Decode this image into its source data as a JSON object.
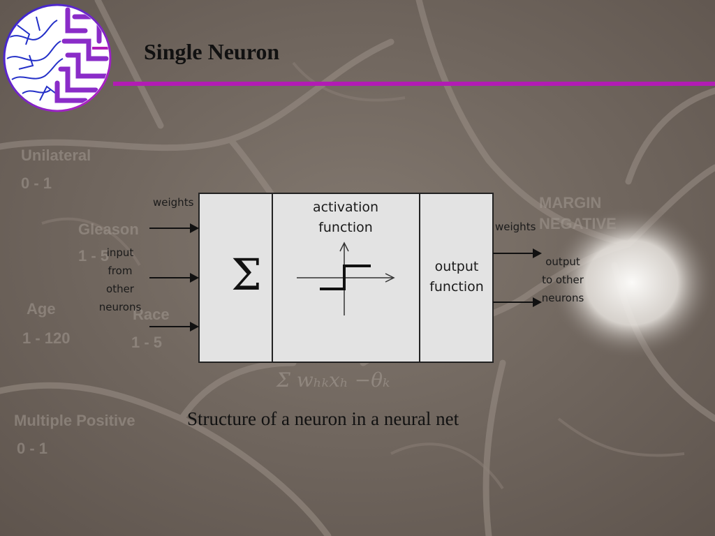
{
  "slide": {
    "title": "Single Neuron",
    "caption": "Structure of a neuron in a neural net",
    "accent_color": "#b21cb4",
    "logo_icon": "neural-circuit-logo-icon"
  },
  "background_watermarks": {
    "unilateral": "Unilateral",
    "unilateral_range": "0 - 1",
    "gleason": "Gleason",
    "gleason_range": "1 - 5",
    "age": "Age",
    "age_range": "1 - 120",
    "race": "Race",
    "race_range": "1 - 5",
    "multiple_positive": "Multiple Positive",
    "multiple_positive_range": "0 - 1",
    "margin": "MARGIN",
    "negative": "NEGATIVE",
    "formula": "Σ wₕₖxₕ −θₖ"
  },
  "diagram": {
    "weights_left": "weights",
    "input_label": [
      "input",
      "from",
      "other",
      "neurons"
    ],
    "sum_symbol": "Σ",
    "activation_label": [
      "activation",
      "function"
    ],
    "output_function_label": [
      "output",
      "function"
    ],
    "weights_right": "weights",
    "output_label": [
      "output",
      "to other",
      "neurons"
    ]
  }
}
